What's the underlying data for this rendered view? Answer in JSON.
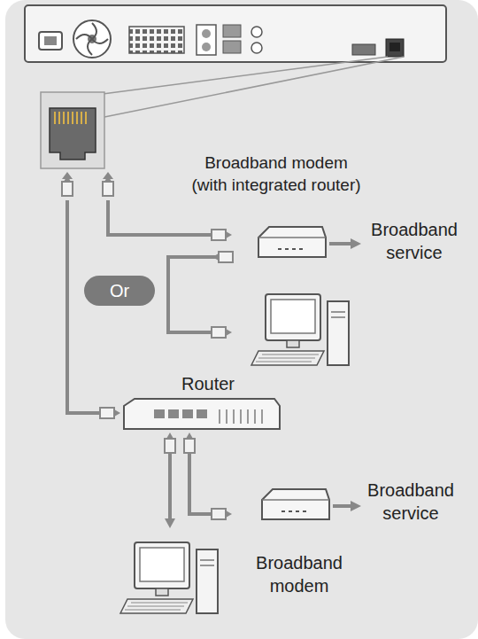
{
  "diagram": {
    "nodes": [
      {
        "text": [
          "Or"
        ]
      }
    ],
    "labels": [
      "Broadband modem (with integrated router)",
      "Broadband service",
      "Router",
      "Broadband service",
      "Broadband modem"
    ]
  }
}
